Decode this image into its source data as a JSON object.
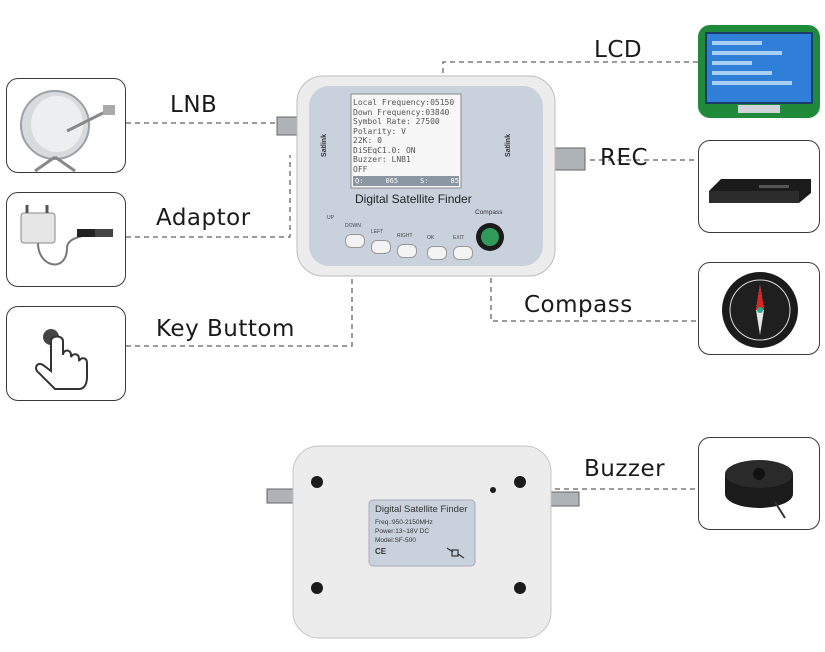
{
  "labels": {
    "lnb": "LNB",
    "adaptor": "Adaptor",
    "key": "Key Buttom",
    "lcd": "LCD",
    "rec": "REC",
    "compass": "Compass",
    "buzzer": "Buzzer"
  },
  "device_front": {
    "title": "Digital Satellite Finder",
    "compass_caption": "Compass",
    "brand_left": "Satlink",
    "brand_right": "Satlink",
    "buttons": [
      "UP",
      "DOWN",
      "LEFT",
      "RIGHT",
      "OK",
      "EXIT"
    ],
    "screen_lines": [
      "Local Frequency:05150",
      "Down Frequency:03840",
      "Symbol Rate:  27500",
      "Polarity:      V",
      "22K:           0",
      "DiSEqC1.0:    ON",
      "Buzzer:      LNB1",
      "              OFF"
    ],
    "screen_bar": [
      "Q:",
      "065",
      "S:",
      "85"
    ]
  },
  "device_back": {
    "title": "Digital Satellite Finder",
    "freq": "Freq.:950-2150MHz",
    "power": "Power:13~18V DC",
    "model": "Model:SF-500",
    "ce": "CE"
  },
  "colors": {
    "line": "#7a7a7a",
    "lcd_blue": "#2f7fd8",
    "pcb_green": "#1f8a3a",
    "device_body": "#ececec",
    "panel": "#c9d2dc"
  }
}
